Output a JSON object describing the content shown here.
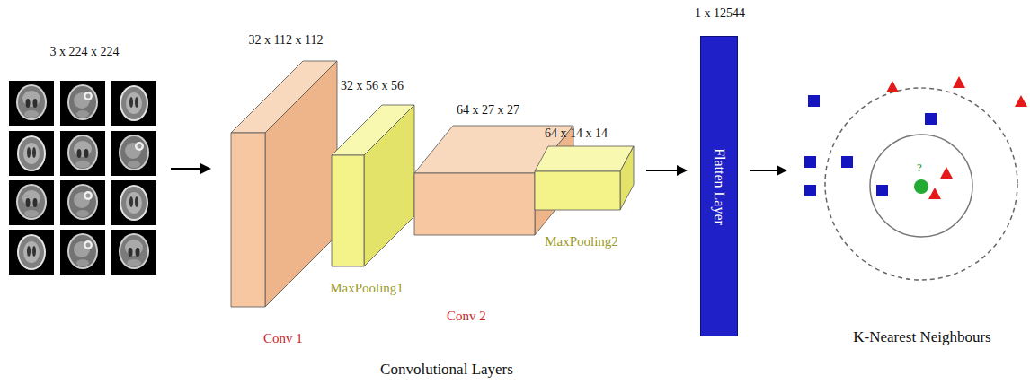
{
  "diagram": {
    "nodes": [
      {
        "text": [
          "3 x 224 x 224"
        ]
      },
      {
        "text": [
          "32 x 112 x 112",
          "Conv 1"
        ]
      },
      {
        "text": [
          "32 x 56 x 56",
          "MaxPooling1"
        ]
      },
      {
        "text": [
          "64 x 27 x 27",
          "Conv 2"
        ]
      },
      {
        "text": [
          "64 x 14 x 14",
          "MaxPooling2"
        ]
      },
      {
        "text": [
          "1 x 12544",
          "Flatten Layer"
        ]
      },
      {
        "text": [
          "K-Nearest Neighbours"
        ]
      }
    ],
    "edges": [
      {
        "from": 0,
        "to": 1,
        "arrow": "to"
      },
      {
        "from": 4,
        "to": 5,
        "arrow": "to"
      },
      {
        "from": 5,
        "to": 6,
        "arrow": "to"
      }
    ],
    "labels": [
      "?",
      "Convolutional Layers"
    ]
  }
}
